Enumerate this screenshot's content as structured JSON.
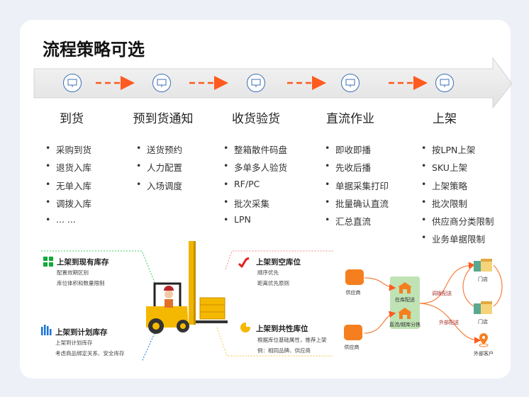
{
  "title": "流程策略可选",
  "steps": [
    {
      "heading": "到货",
      "items": [
        "采购到货",
        "退货入库",
        "无单入库",
        "调拨入库",
        "... ..."
      ]
    },
    {
      "heading": "预到货通知",
      "items": [
        "送货预约",
        "人力配置",
        "入场调度"
      ]
    },
    {
      "heading": "收货验货",
      "items": [
        "整箱散件码盘",
        "多单多人验货",
        "RF/PC",
        "批次采集",
        "LPN"
      ]
    },
    {
      "heading": "直流作业",
      "items": [
        "即收即播",
        "先收后播",
        "单据采集打印",
        "批量确认直流",
        "汇总直流"
      ]
    },
    {
      "heading": "上架",
      "items": [
        "按LPN上架",
        "SKU上架",
        "上架策略",
        "批次限制",
        "供应商分类限制",
        "业务单据限制"
      ]
    }
  ],
  "strategies": {
    "existing": {
      "title": "上架到现有库存",
      "lines": [
        "配置效期区别",
        "库位体积和数量限制"
      ]
    },
    "planned": {
      "title": "上架到计划库存",
      "lines": [
        "上架到计划库存",
        "考虑商品绑定关系、安全库存"
      ]
    },
    "empty": {
      "title": "上架到空库位",
      "lines": [
        "顺序优先",
        "距离优先原则"
      ]
    },
    "shared": {
      "title": "上架到共性库位",
      "lines": [
        "根据库位基础属性，推荐上架",
        "例：相同品牌、供应商"
      ]
    }
  },
  "flow": {
    "supplier1": "供应商",
    "supplier2": "供应商",
    "hub1": "在库配送",
    "hub2": "直流/越库分拣",
    "route1": "调拨配送",
    "route2": "外部配送",
    "store1": "门店",
    "store2": "门店",
    "customer": "外部客户"
  },
  "colors": {
    "accent": "#ff5a1f",
    "icon_blue": "#3b6fb6",
    "green": "#12a83a",
    "blue": "#1a73d9",
    "red": "#e61e1e",
    "yellow": "#f5b800"
  }
}
